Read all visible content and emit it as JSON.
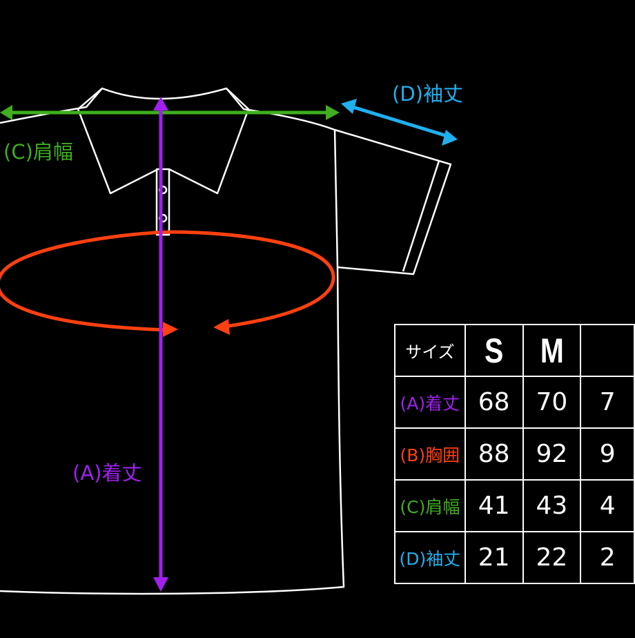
{
  "labels": {
    "length": "(A)着丈",
    "shoulder": "(C)肩幅",
    "sleeve": "(D)袖丈"
  },
  "colors": {
    "length": "#a020f0",
    "chest": "#ff4010",
    "shoulder": "#3fae1f",
    "sleeve": "#1fb0ee",
    "outline": "#ffffff"
  },
  "table": {
    "header_label": "サイズ",
    "sizes": [
      "S",
      "M",
      ""
    ],
    "rows": [
      {
        "label": "(A)着丈",
        "values": [
          "68",
          "70",
          "7"
        ]
      },
      {
        "label": "(B)胸囲",
        "values": [
          "88",
          "92",
          "9"
        ]
      },
      {
        "label": "(C)肩幅",
        "values": [
          "41",
          "43",
          "4"
        ]
      },
      {
        "label": "(D)袖丈",
        "values": [
          "21",
          "22",
          "2"
        ]
      }
    ]
  }
}
